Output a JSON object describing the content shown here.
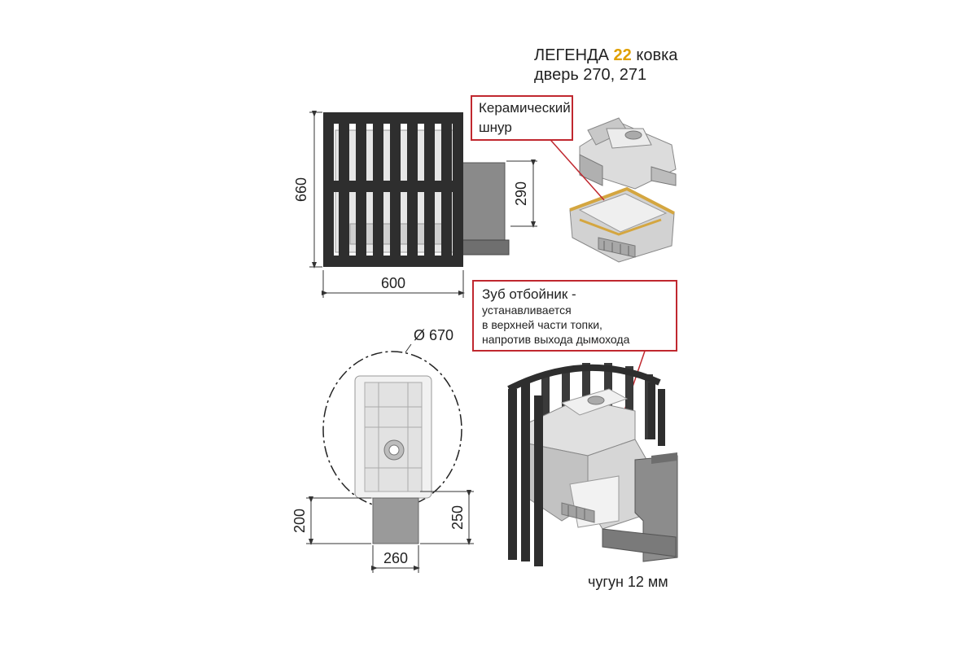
{
  "title": {
    "model": "ЛЕГЕНДА",
    "number": "22",
    "suffix": "ковка",
    "line2": "дверь 270, 271",
    "accent_color": "#e0a000"
  },
  "callouts": {
    "ceramic_cord": {
      "line1": "Керамический",
      "line2": "шнур"
    },
    "tooth": {
      "line1": "Зуб отбойник -",
      "line2": "устанавливается",
      "line3": "в верхней части топки,",
      "line4": "напротив выхода дымохода"
    },
    "border_color": "#c0282f"
  },
  "dimensions": {
    "height_total": "660",
    "width_total": "600",
    "flue_height": "290",
    "diameter": "Ø 670",
    "base_200": "200",
    "base_250": "250",
    "base_260": "260"
  },
  "material": "чугун 12 мм"
}
